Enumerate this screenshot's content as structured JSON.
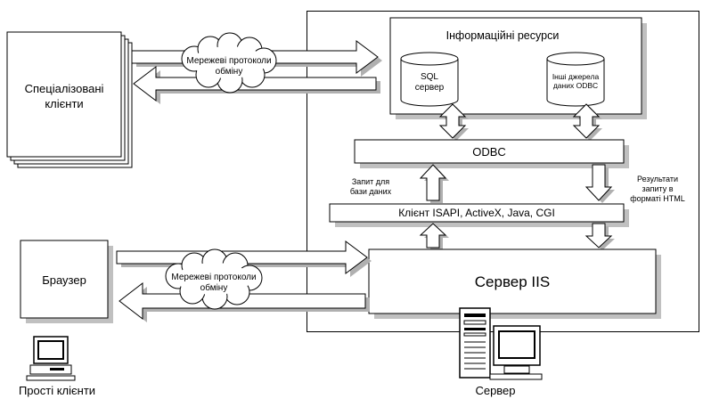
{
  "server_area": {
    "info_resources": {
      "title": "Інформаційні ресурси",
      "sql_db_line1": "SQL",
      "sql_db_line2": "сервер",
      "other_db_line1": "Інші джерела",
      "other_db_line2": "даних ODBC"
    },
    "odbc_label": "ODBC",
    "client_bar_label": "Клієнт ISAPI, ActiveX, Java, CGI",
    "iis_label": "Сервер IIS",
    "query_note_line1": "Запит для",
    "query_note_line2": "бази даних",
    "result_note_line1": "Результати",
    "result_note_line2": "запиту в",
    "result_note_line3": "форматі HTML",
    "server_caption": "Сервер"
  },
  "specialized_clients": {
    "label_line1": "Спеціалізовані",
    "label_line2": "клієнти"
  },
  "browser": {
    "label": "Браузер",
    "caption": "Прості клієнти"
  },
  "network_clouds": [
    {
      "line1": "Мережеві протоколи",
      "line2": "обміну"
    },
    {
      "line1": "Мережеві протоколи",
      "line2": "обміну"
    }
  ]
}
